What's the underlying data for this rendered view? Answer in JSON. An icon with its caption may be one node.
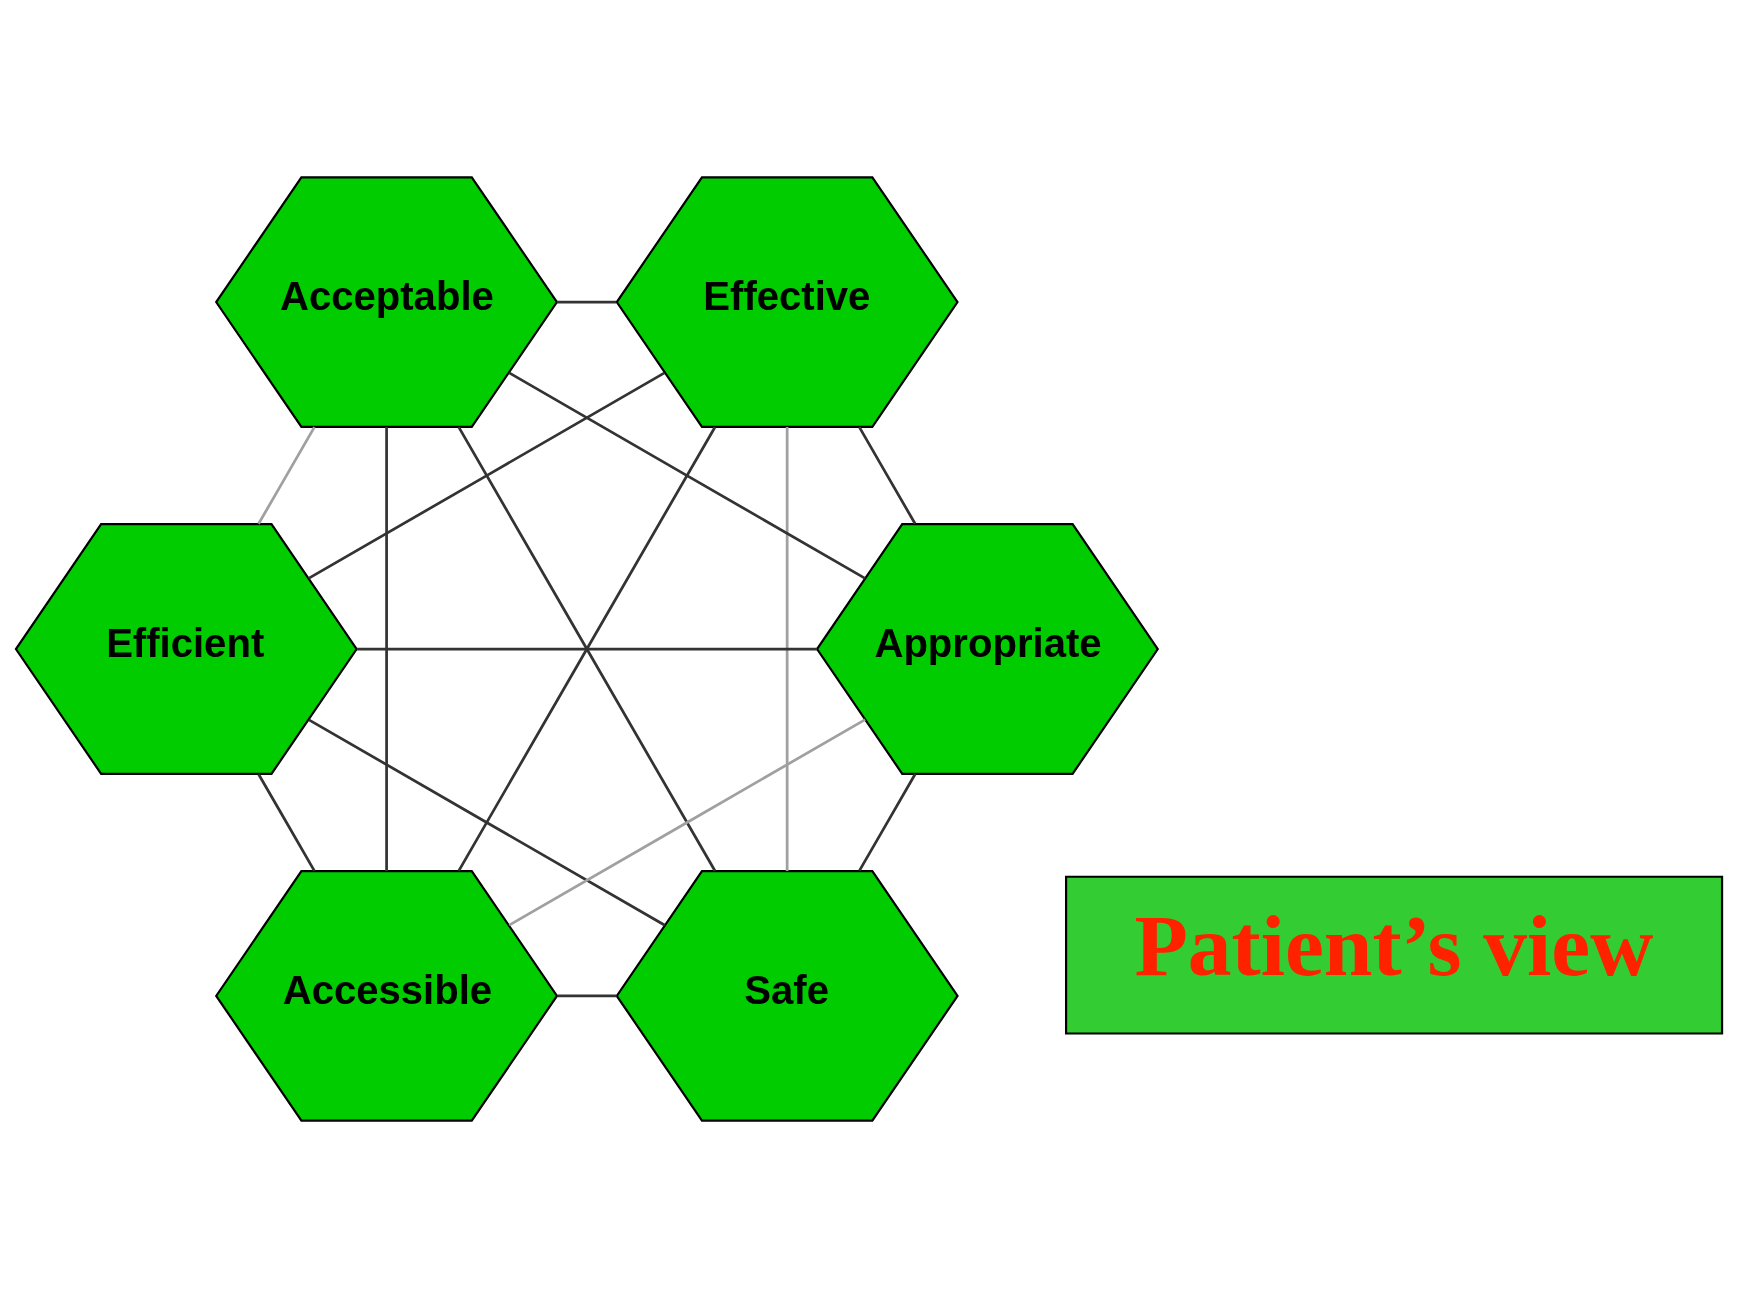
{
  "diagram": {
    "nodes": [
      {
        "text": [
          "Safe"
        ]
      },
      {
        "text": [
          "Appropriate"
        ]
      },
      {
        "text": [
          "Efficient"
        ]
      },
      {
        "text": [
          "Acceptable"
        ]
      },
      {
        "text": [
          "Effective"
        ]
      },
      {
        "text": [
          "Accessible"
        ]
      },
      {
        "text": [
          "Patient’s view"
        ]
      }
    ],
    "edges": [
      {
        "from": 0,
        "to": 1,
        "arrow": "none"
      },
      {
        "from": 0,
        "to": 2,
        "arrow": "none"
      },
      {
        "from": 0,
        "to": 4,
        "arrow": "none",
        "color": "#a0a0a0"
      },
      {
        "from": 0,
        "to": 5,
        "arrow": "none"
      },
      {
        "from": 0,
        "to": 3,
        "arrow": "none"
      },
      {
        "from": 1,
        "to": 2,
        "arrow": "none"
      },
      {
        "from": 1,
        "to": 3,
        "arrow": "none"
      },
      {
        "from": 1,
        "to": 5,
        "arrow": "none",
        "color": "#a0a0a0"
      },
      {
        "from": 1,
        "to": 4,
        "arrow": "none"
      },
      {
        "from": 2,
        "to": 3,
        "arrow": "none",
        "color": "#a0a0a0"
      },
      {
        "from": 2,
        "to": 4,
        "arrow": "none"
      },
      {
        "from": 2,
        "to": 5,
        "arrow": "none"
      },
      {
        "from": 3,
        "to": 4,
        "arrow": "none"
      },
      {
        "from": 3,
        "to": 5,
        "arrow": "none"
      },
      {
        "from": 4,
        "to": 5,
        "arrow": "none"
      }
    ]
  }
}
